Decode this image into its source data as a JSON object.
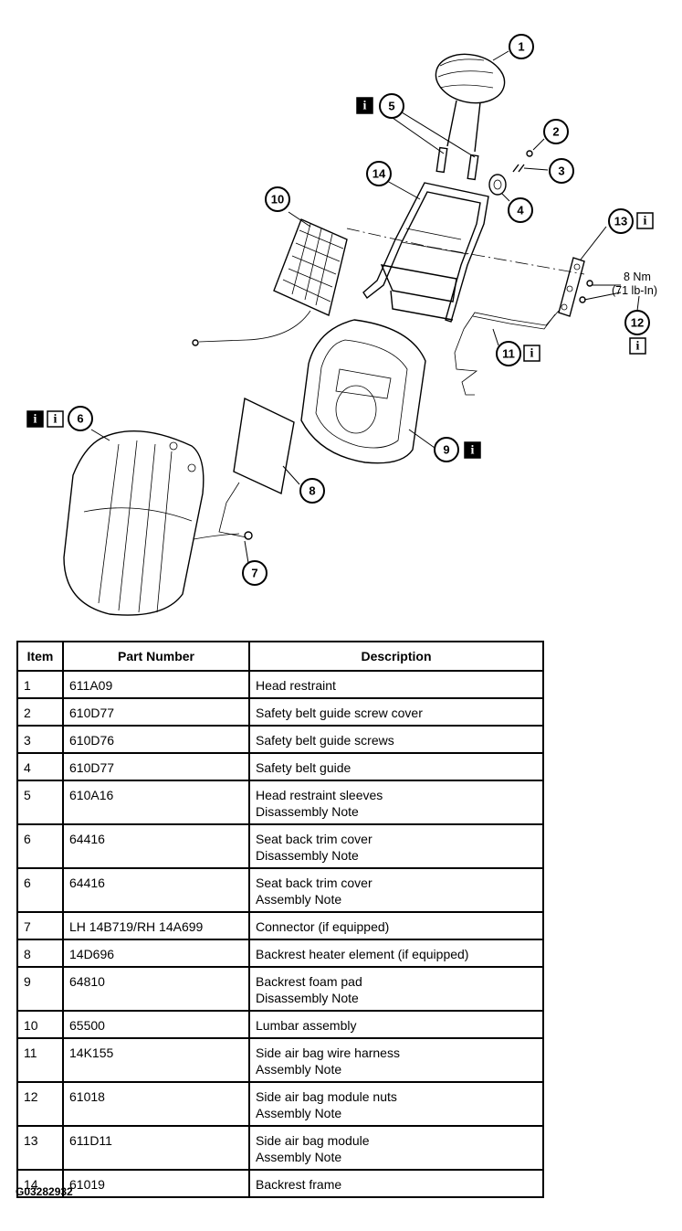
{
  "diagram": {
    "callouts": [
      "1",
      "2",
      "3",
      "4",
      "5",
      "6",
      "7",
      "8",
      "9",
      "10",
      "11",
      "12",
      "13",
      "14"
    ],
    "torque_value": "8 Nm",
    "torque_imperial": "(71 lb-In)",
    "info_icon": "i"
  },
  "table": {
    "headers": [
      "Item",
      "Part Number",
      "Description"
    ],
    "rows": [
      {
        "item": "1",
        "part": "611A09",
        "desc": [
          "Head restraint"
        ]
      },
      {
        "item": "2",
        "part": "610D77",
        "desc": [
          "Safety belt guide screw cover"
        ]
      },
      {
        "item": "3",
        "part": "610D76",
        "desc": [
          "Safety belt guide screws"
        ]
      },
      {
        "item": "4",
        "part": "610D77",
        "desc": [
          "Safety belt guide"
        ]
      },
      {
        "item": "5",
        "part": "610A16",
        "desc": [
          "Head restraint sleeves",
          "Disassembly Note"
        ]
      },
      {
        "item": "6",
        "part": "64416",
        "desc": [
          "Seat back trim cover",
          "Disassembly Note"
        ]
      },
      {
        "item": "6",
        "part": "64416",
        "desc": [
          "Seat back trim cover",
          "Assembly Note"
        ]
      },
      {
        "item": "7",
        "part": "LH 14B719/RH 14A699",
        "desc": [
          "Connector (if equipped)"
        ]
      },
      {
        "item": "8",
        "part": "14D696",
        "desc": [
          "Backrest heater element (if equipped)"
        ]
      },
      {
        "item": "9",
        "part": "64810",
        "desc": [
          "Backrest foam pad",
          "Disassembly Note"
        ]
      },
      {
        "item": "10",
        "part": "65500",
        "desc": [
          "Lumbar assembly"
        ]
      },
      {
        "item": "11",
        "part": "14K155",
        "desc": [
          "Side air bag wire harness",
          "Assembly Note"
        ]
      },
      {
        "item": "12",
        "part": "61018",
        "desc": [
          "Side air bag module nuts",
          "Assembly Note"
        ]
      },
      {
        "item": "13",
        "part": "611D11",
        "desc": [
          "Side air bag module",
          "Assembly Note"
        ]
      },
      {
        "item": "14",
        "part": "61019",
        "desc": [
          "Backrest frame"
        ]
      }
    ]
  },
  "figure_id": "G03282932"
}
